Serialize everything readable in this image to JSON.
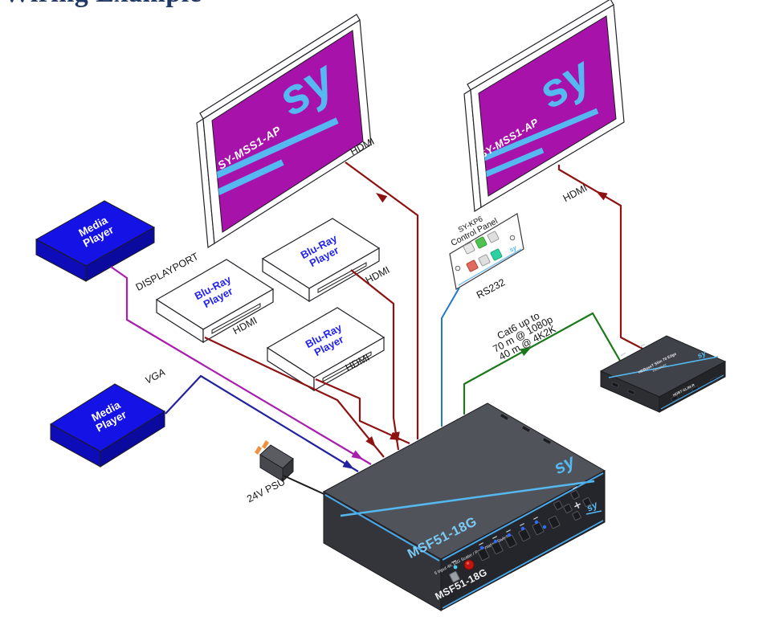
{
  "page": {
    "title": "Wiring Example"
  },
  "colors": {
    "title_navy": "#1f3864",
    "sy_blue": "#56b8f0",
    "screen_magenta": "#a712aa",
    "media_player_blue": "#1512e6",
    "bluray_text_blue": "#2323f0",
    "hdmi_red": "#8e1212",
    "vga_navy": "#22229e",
    "displayport_magenta": "#a81ead",
    "rs232_blue": "#2079cc",
    "cat6_green": "#1b791b",
    "psu_black": "#1c1c1c",
    "chassis_gray": "#50535a"
  },
  "devices": {
    "monitor_left": {
      "model": "SY-MSS1-AP",
      "logo": "sy"
    },
    "monitor_right": {
      "model": "SY-MSS1-AP",
      "logo": "sy"
    },
    "media_player_top": {
      "name_line1": "Media",
      "name_line2": "Player"
    },
    "media_player_bottom": {
      "name_line1": "Media",
      "name_line2": "Player"
    },
    "bluray_1": {
      "name_line1": "Blu-Ray",
      "name_line2": "Player"
    },
    "bluray_2": {
      "name_line1": "Blu-Ray",
      "name_line2": "Player"
    },
    "bluray_3": {
      "name_line1": "Blu-Ray",
      "name_line2": "Player"
    },
    "control_panel": {
      "label_line1": "SY-KP6",
      "label_line2": "Control Panel",
      "logo": "sy"
    },
    "psu": {
      "label": "24V PSU"
    },
    "switcher": {
      "model_top": "MSF51-18G",
      "subtitle": "5 Input 4K 18G Scaler / Presentation Switch",
      "model_front": "MSF51-18G",
      "logo_top": "sy",
      "logo_front": "sy"
    },
    "receiver": {
      "label_line1": "HDBaseT Slim 70 Edge",
      "label_line2": "Receiver",
      "model_front": "HDBT-SLIM-R",
      "logo": "sy"
    }
  },
  "cables": {
    "hdmi_monitor_left": {
      "label": "HDMI"
    },
    "hdmi_monitor_right": {
      "label": "HDMI"
    },
    "hdmi_bluray_1": {
      "label": "HDMI"
    },
    "hdmi_bluray_2": {
      "label": "HDMI"
    },
    "hdmi_bluray_3": {
      "label": "HDMI"
    },
    "displayport": {
      "label": "DISPLAYPORT"
    },
    "vga": {
      "label": "VGA"
    },
    "rs232": {
      "label": "RS232"
    },
    "cat6": {
      "label_line1": "Cat6 up to",
      "label_line2": "70 m @ 1080p",
      "label_line3": "40 m @ 4K2K"
    }
  }
}
